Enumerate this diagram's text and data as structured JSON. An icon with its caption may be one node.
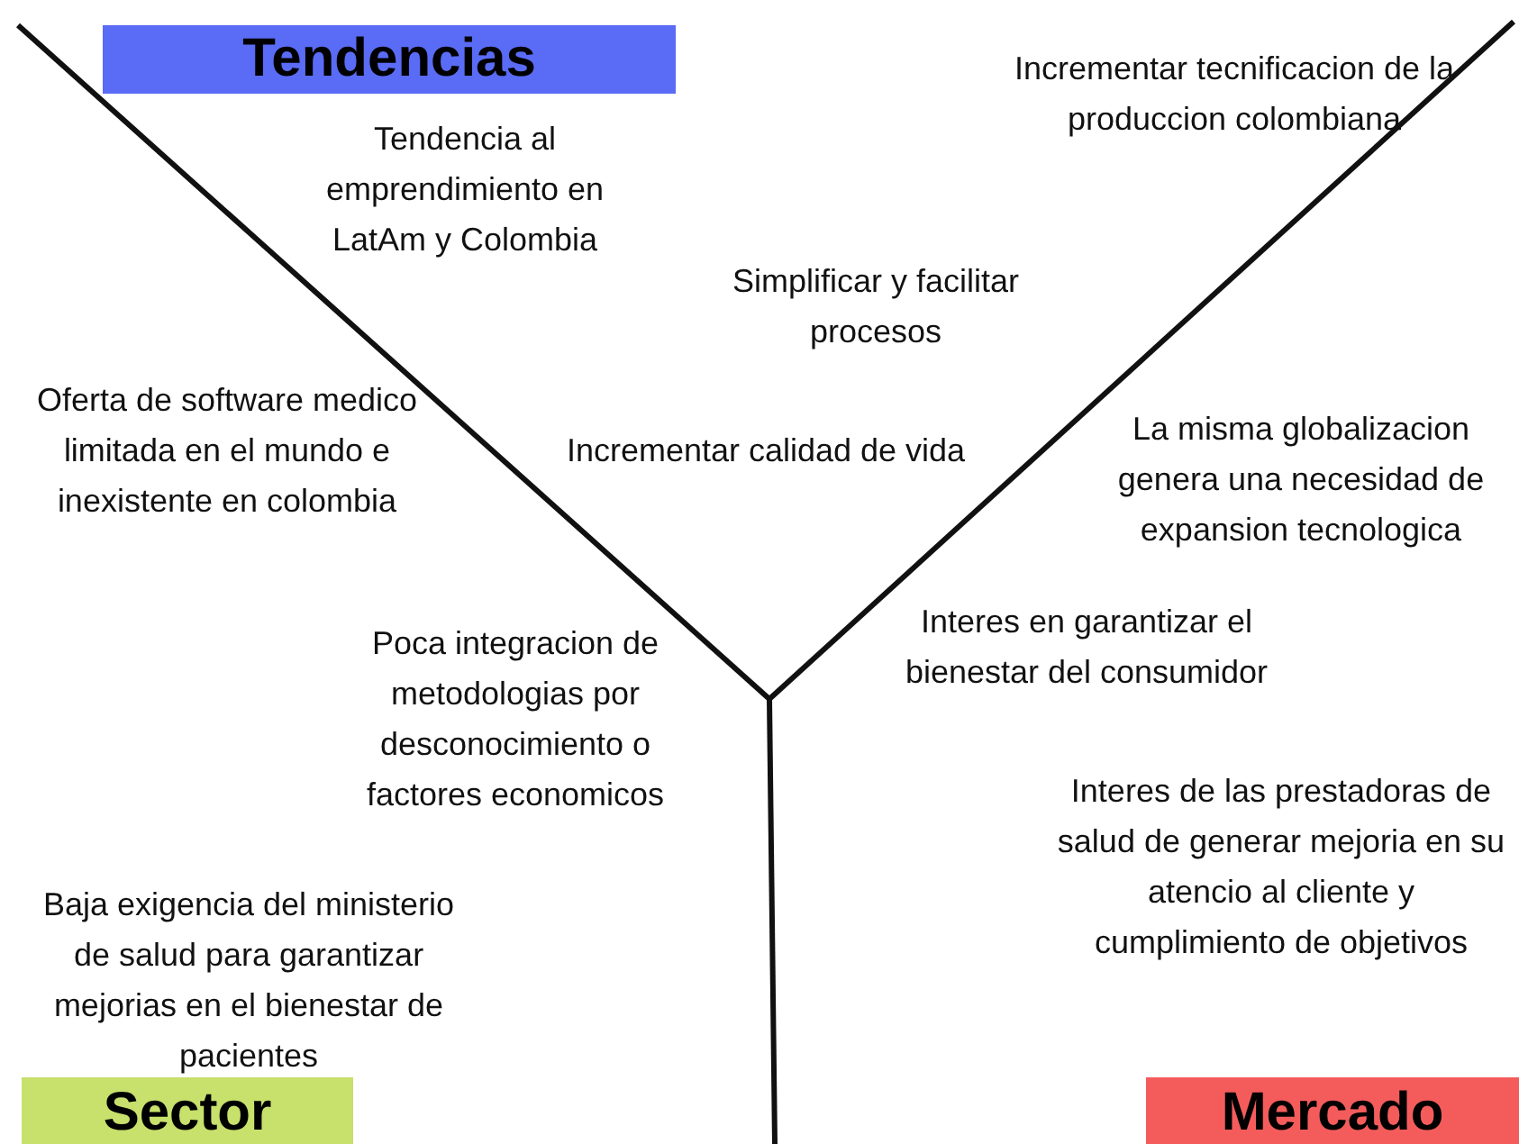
{
  "diagram": {
    "nodes": [
      {
        "text": [
          "Tendencias"
        ]
      },
      {
        "text": [
          "Sector"
        ]
      },
      {
        "text": [
          "Mercado"
        ]
      }
    ],
    "edges": [],
    "labels": [
      "Incrementar tecnificacion de la produccion colombiana",
      "Tendencia al emprendimiento en LatAm y Colombia",
      "Simplificar y facilitar procesos",
      "Oferta de software medico limitada en el mundo e inexistente en colombia",
      "La misma globalizacion genera una necesidad de expansion tecnologica",
      "Incrementar calidad de vida",
      "Interes en garantizar el bienestar del consumidor",
      "Poca integracion de metodologias por desconocimiento o factores economicos",
      "Interes de las prestadoras de salud de generar mejoria en su atencio al cliente y cumplimiento de objetivos",
      "Baja exigencia del ministerio de salud para garantizar mejorias en el bienestar de pacientes"
    ]
  }
}
